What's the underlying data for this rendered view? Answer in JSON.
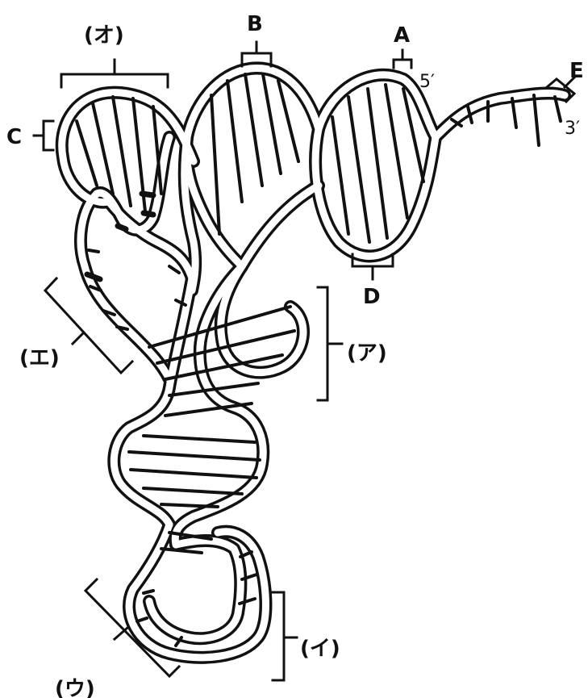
{
  "labels": {
    "A": "A",
    "B": "B",
    "C": "C",
    "D": "D",
    "E": "E",
    "five_prime": "5′",
    "three_prime": "3′",
    "a": "(ア)",
    "i": "(イ)",
    "u": "(ウ)",
    "e": "(エ)",
    "o": "(オ)"
  }
}
